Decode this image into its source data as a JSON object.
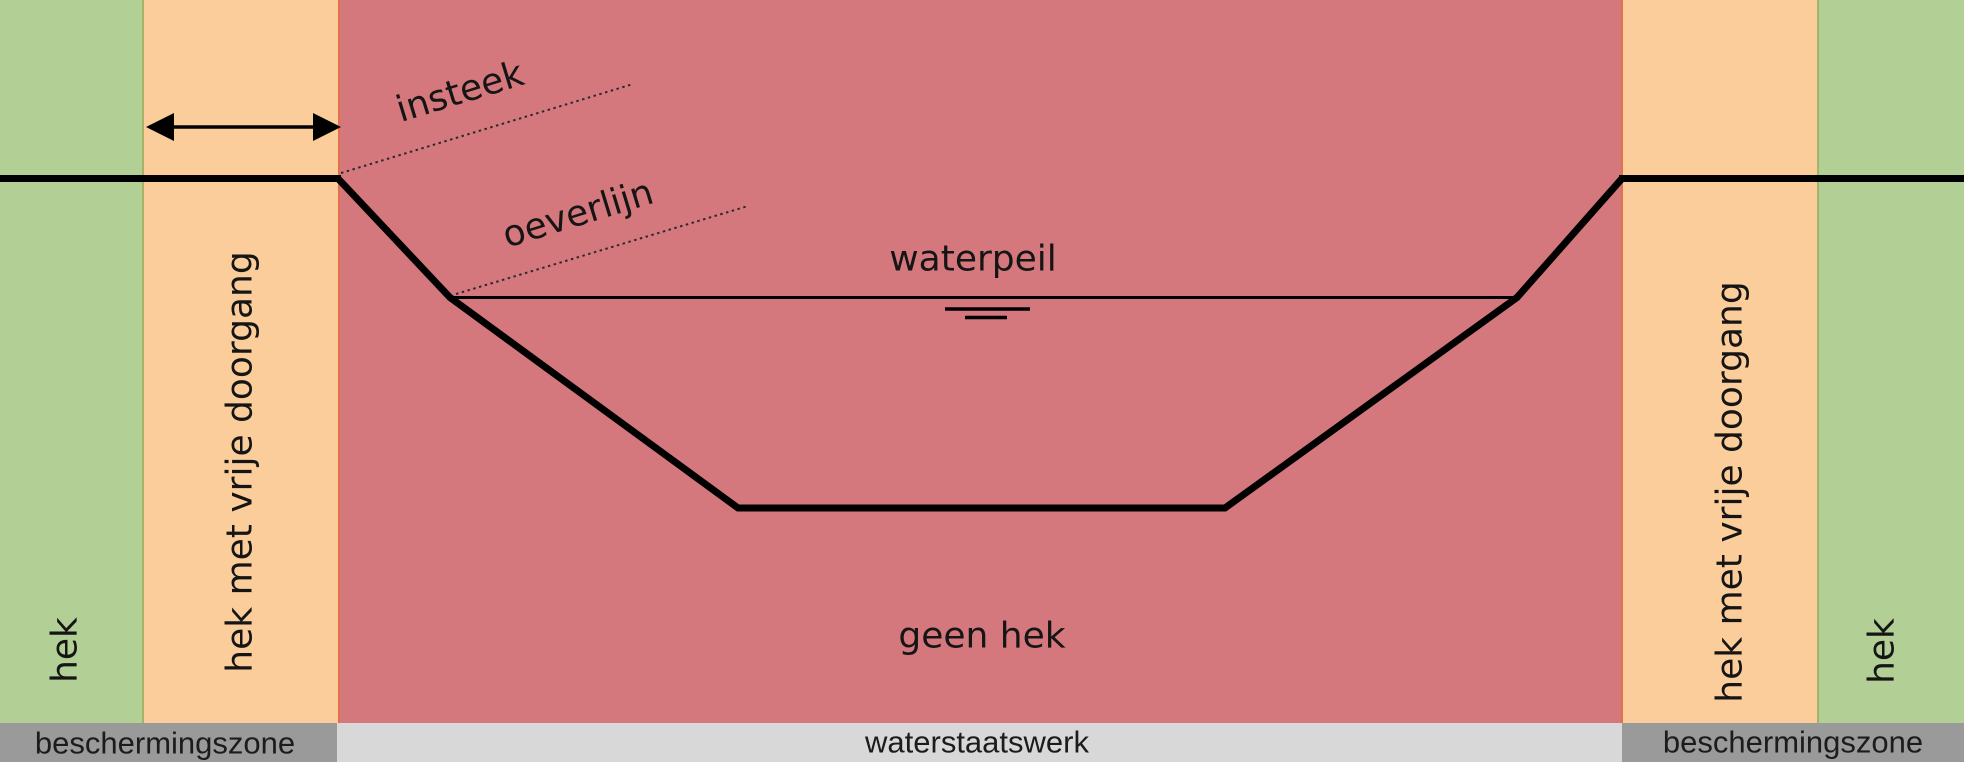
{
  "colors": {
    "zone_green": "#b2cf96",
    "zone_orange": "#fbcd9a",
    "zone_red": "#d5787d",
    "bar_dark": "#9a9a9a",
    "bar_light": "#d8d8d8",
    "outline_black": "#000000"
  },
  "zones": {
    "left_green_label": "hek",
    "left_orange_label": "hek met vrije doorgang",
    "center_label": "geen hek",
    "right_orange_label": "hek met vrije doorgang",
    "right_green_label": "hek"
  },
  "annotations": {
    "insteek": "insteek",
    "oeverlijn": "oeverlijn",
    "waterpeil": "waterpeil"
  },
  "footer": {
    "left": "beschermingszone",
    "center": "waterstaatswerk",
    "right": "beschermingszone"
  }
}
